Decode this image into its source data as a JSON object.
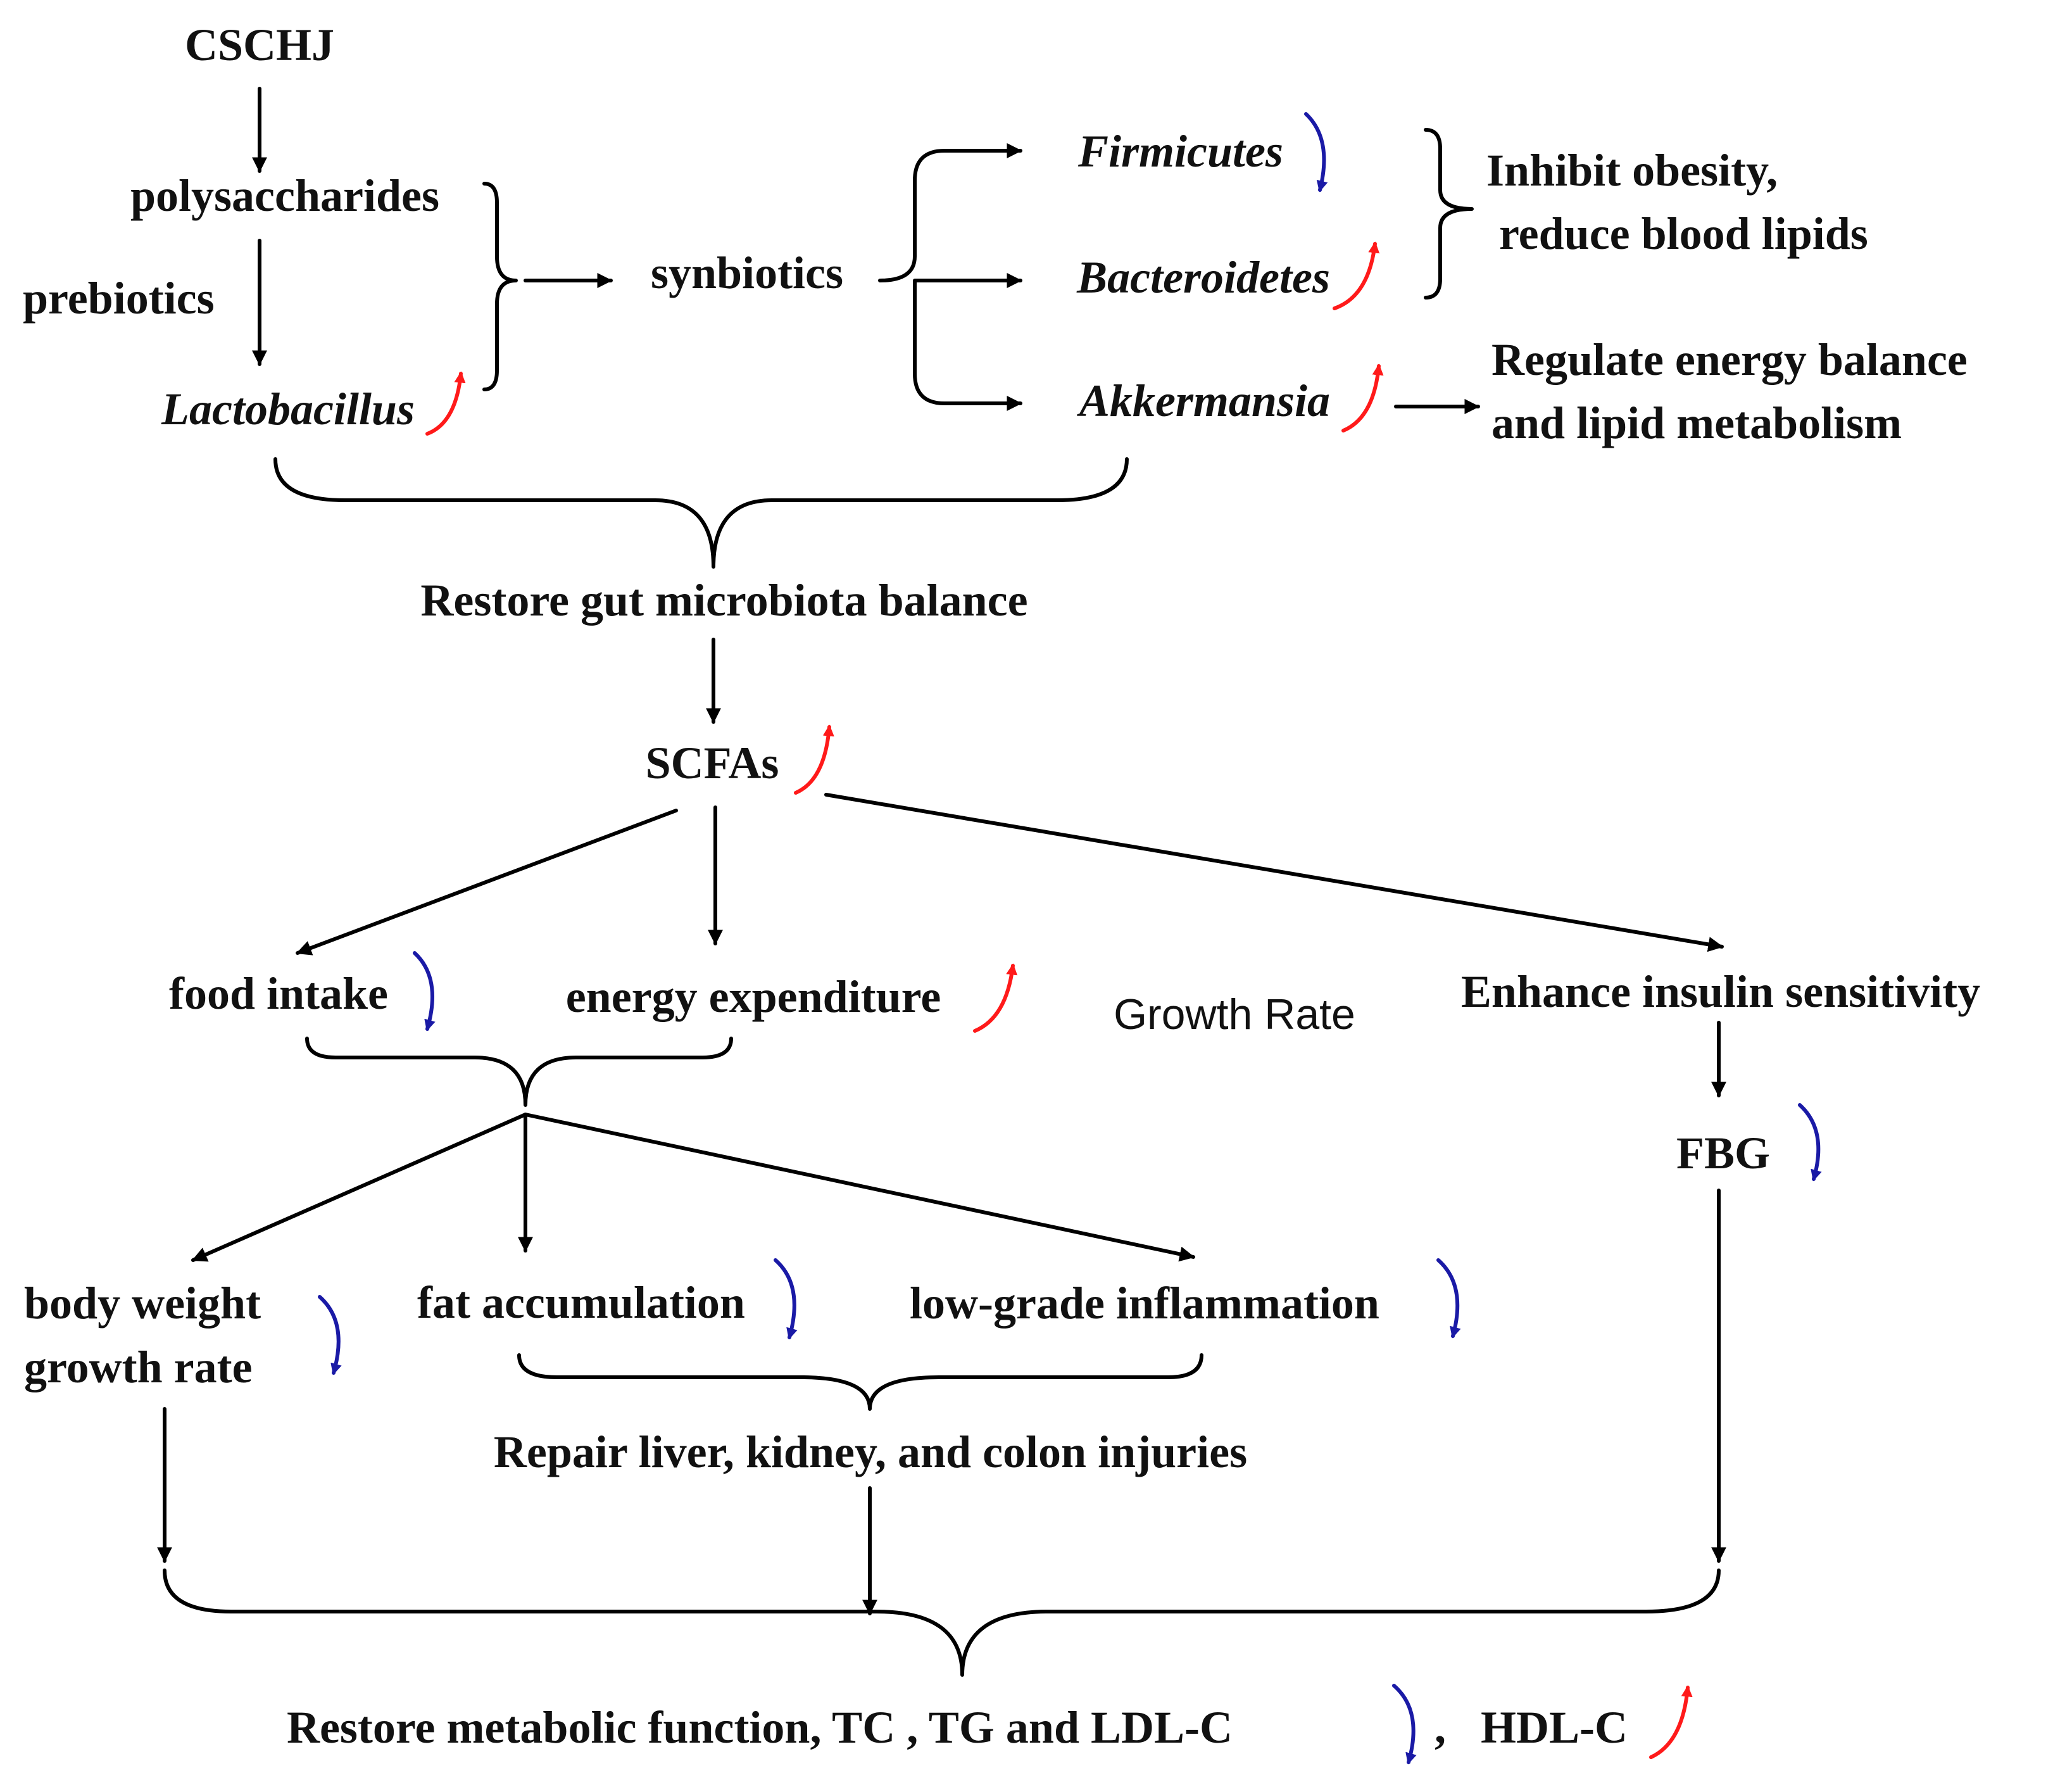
{
  "colors": {
    "increase": "#ff1a1a",
    "decrease": "#1a1aa6",
    "line": "#000000"
  },
  "nodes": {
    "cschj": "CSCHJ",
    "polysaccharides": "polysaccharides",
    "prebiotics": "prebiotics",
    "lactobacillus": "Lactobacillus",
    "synbiotics": "synbiotics",
    "firmicutes": "Firmicutes",
    "bacteroidetes": "Bacteroidetes",
    "akkermansia": "Akkermansia",
    "inhibit_line1": "Inhibit obesity,",
    "inhibit_line2": "reduce blood lipids",
    "regulate_line1": "Regulate energy balance",
    "regulate_line2": "and lipid metabolism",
    "restore_gut": "Restore gut microbiota balance",
    "scfas": "SCFAs",
    "food_intake": "food intake",
    "energy_expenditure": "energy expenditure",
    "growth_rate_label": "Growth Rate",
    "insulin": "Enhance insulin sensitivity",
    "fbg": "FBG",
    "body_weight": "body weight",
    "growth_rate": "growth rate",
    "fat_accumulation": "fat accumulation",
    "inflammation": "low-grade inflammation",
    "repair": "Repair liver, kidney, and colon injuries",
    "restore_metabolic": "Restore metabolic function, TC , TG and LDL-C",
    "comma": ",",
    "hdl": "HDL-C"
  },
  "trend_icons": {
    "increase": "red-curved-up-arrow-icon",
    "decrease": "blue-curved-down-arrow-icon"
  }
}
